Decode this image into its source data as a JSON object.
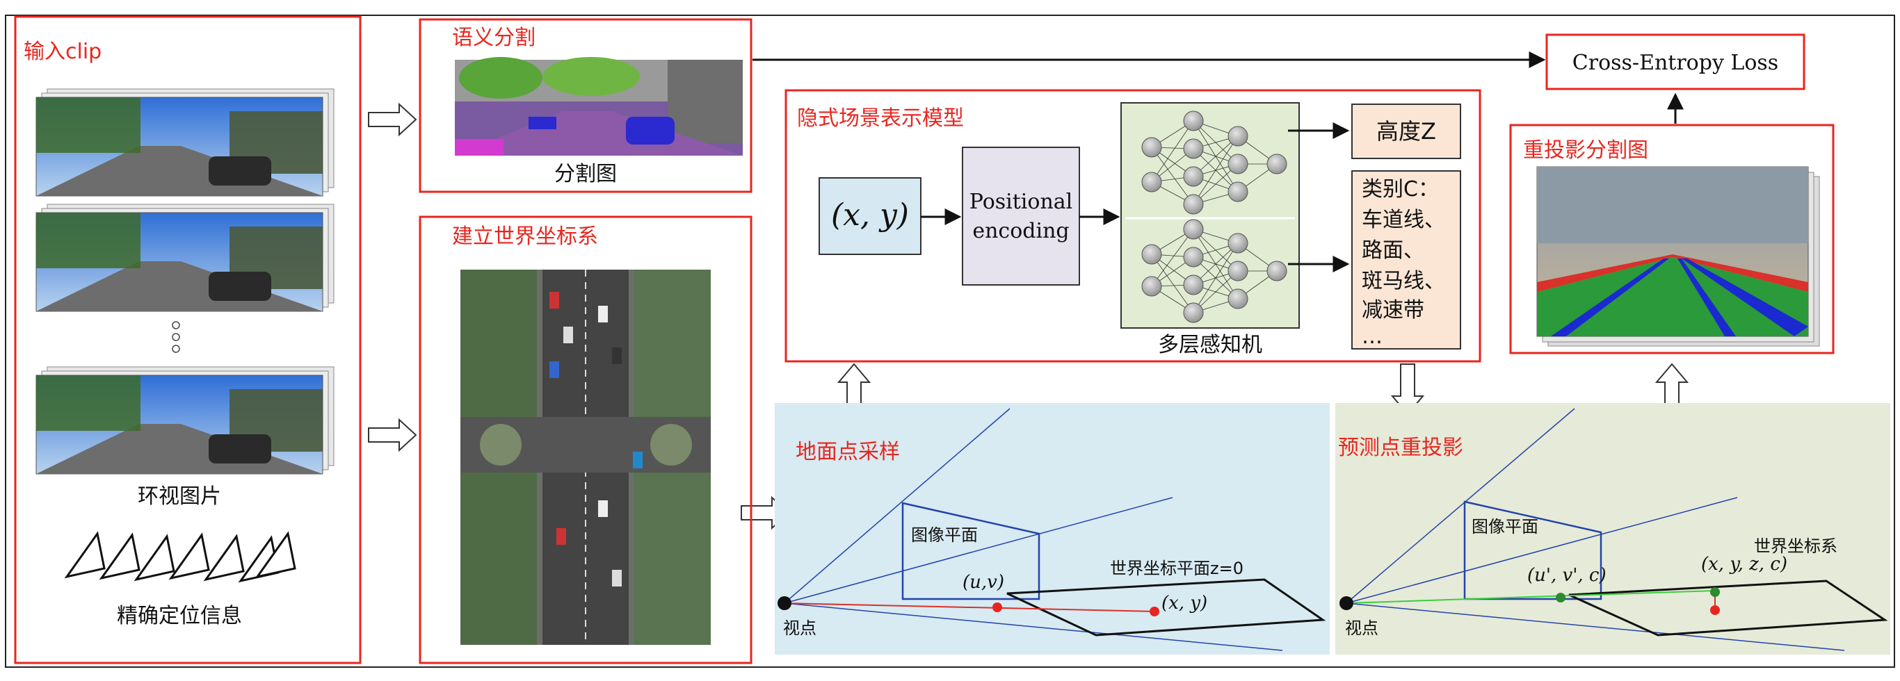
{
  "input_section": {
    "title": "输入clip",
    "surround_images_label": "环视图片",
    "ellipsis": "○",
    "localization_label": "精确定位信息"
  },
  "semantic_seg": {
    "title": "语义分割",
    "caption": "分割图"
  },
  "world_frame": {
    "title": "建立世界坐标系"
  },
  "implicit_model": {
    "title": "隐式场景表示模型",
    "input_xy": "(x, y)",
    "pe_line1": "Positional",
    "pe_line2": "encoding",
    "mlp_label": "多层感知机",
    "out_height": "高度Z",
    "out_class_lines": [
      "类别C：",
      "车道线、",
      "路面、",
      "斑马线、",
      "减速带",
      "…"
    ]
  },
  "loss_box": {
    "label": "Cross-Entropy Loss"
  },
  "reproj_seg": {
    "title": "重投影分割图"
  },
  "ground_sampling": {
    "title": "地面点采样",
    "image_plane": "图像平面",
    "world_plane": "世界坐标平面z=0",
    "uv": "(u,v)",
    "xy": "(x, y)",
    "viewpoint": "视点"
  },
  "reprojection": {
    "title": "预测点重投影",
    "image_plane": "图像平面",
    "world_frame": "世界坐标系",
    "uvc": "(u', v', c)",
    "xyzc": "(x, y, z, c)",
    "viewpoint": "视点"
  },
  "colors": {
    "red": "#e8261f",
    "panel_blue": "#d8eaf2",
    "panel_green": "#e6ead8",
    "input_box": "#d6e8f2",
    "pe_box": "#e6e3ee",
    "mlp_box": "#e1ecd2",
    "output_box": "#fbe6d6"
  },
  "icons": [
    "hollow-arrow-icon",
    "camera-rig-icon",
    "neuron-icon"
  ]
}
